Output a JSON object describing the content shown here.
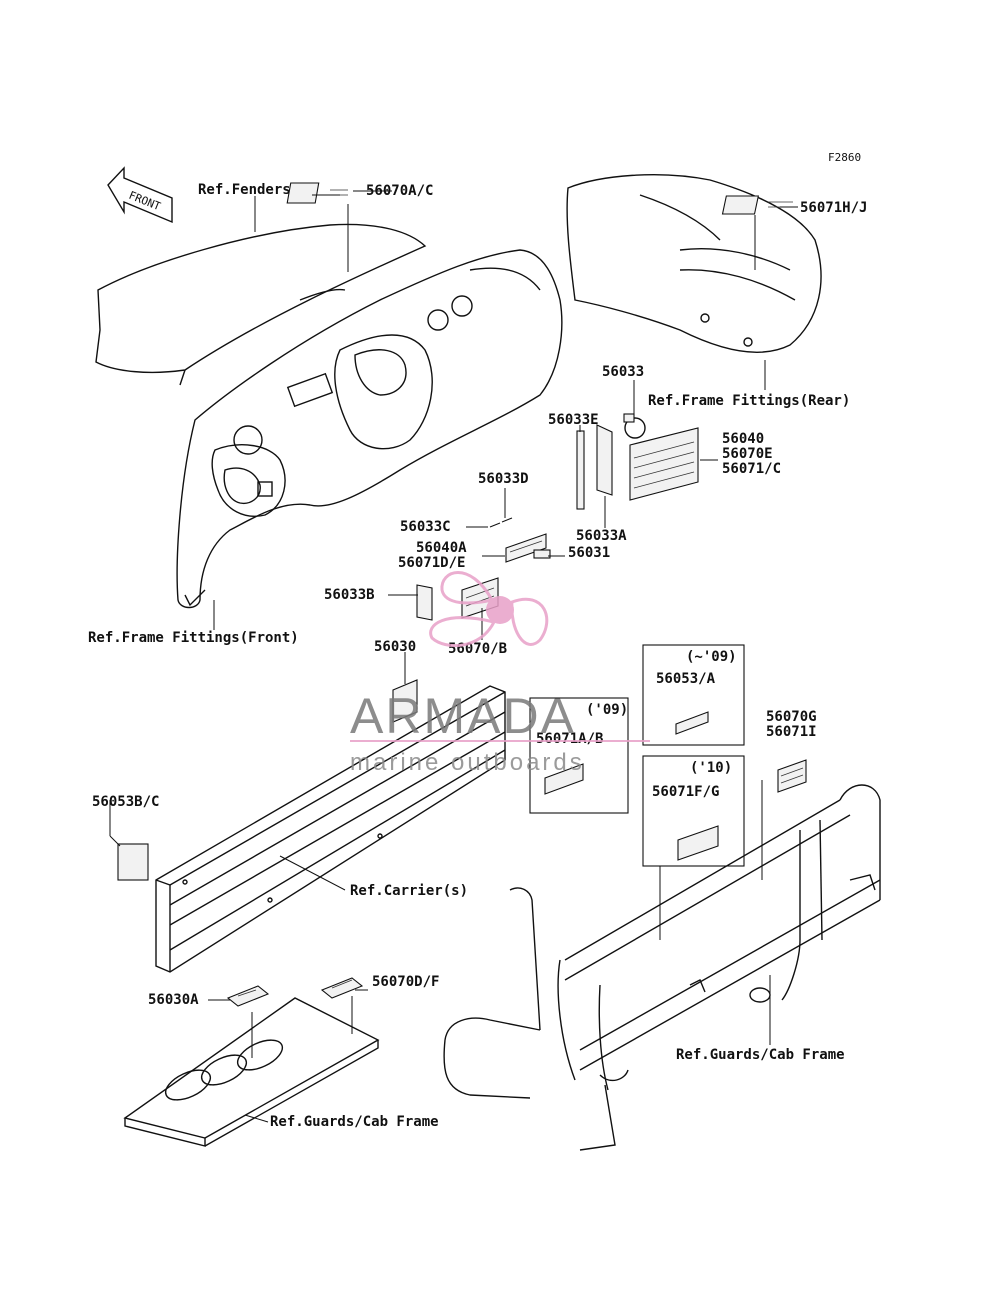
{
  "diagram": {
    "figure_id": "F2860",
    "front_arrow_label": "FRONT",
    "callouts": {
      "ref_fenders": "Ref.Fenders",
      "p56070AC": "56070A/C",
      "p56071HJ": "56071H/J",
      "p56033": "56033",
      "ref_frame_rear": "Ref.Frame Fittings(Rear)",
      "p56033E": "56033E",
      "p56040": "56040",
      "p56070E": "56070E",
      "p56071C": "56071/C",
      "p56033D": "56033D",
      "p56033C": "56033C",
      "p56033A": "56033A",
      "p56040A": "56040A",
      "p56071DE": "56071D/E",
      "p56031": "56031",
      "p56033B": "56033B",
      "p56070B": "56070/B",
      "ref_frame_front": "Ref.Frame Fittings(Front)",
      "p56030": "56030",
      "p56053A_year": "(~'09)",
      "p56053A": "56053/A",
      "p56071AB_year": "('09)",
      "p56071AB": "56071A/B",
      "p56070G": "56070G",
      "p56071I": "56071I",
      "p56071FG_year": "('10)",
      "p56071FG": "56071F/G",
      "p56053BC": "56053B/C",
      "ref_carrier": "Ref.Carrier(s)",
      "p56030A": "56030A",
      "p56070DF": "56070D/F",
      "ref_guards_right": "Ref.Guards/Cab Frame",
      "ref_guards_left": "Ref.Guards/Cab Frame"
    }
  },
  "watermark": {
    "brand": "ARMADA",
    "tagline": "marine outboards",
    "logo_color": "#e8a0c8",
    "text_color": "#7a7a7a"
  }
}
